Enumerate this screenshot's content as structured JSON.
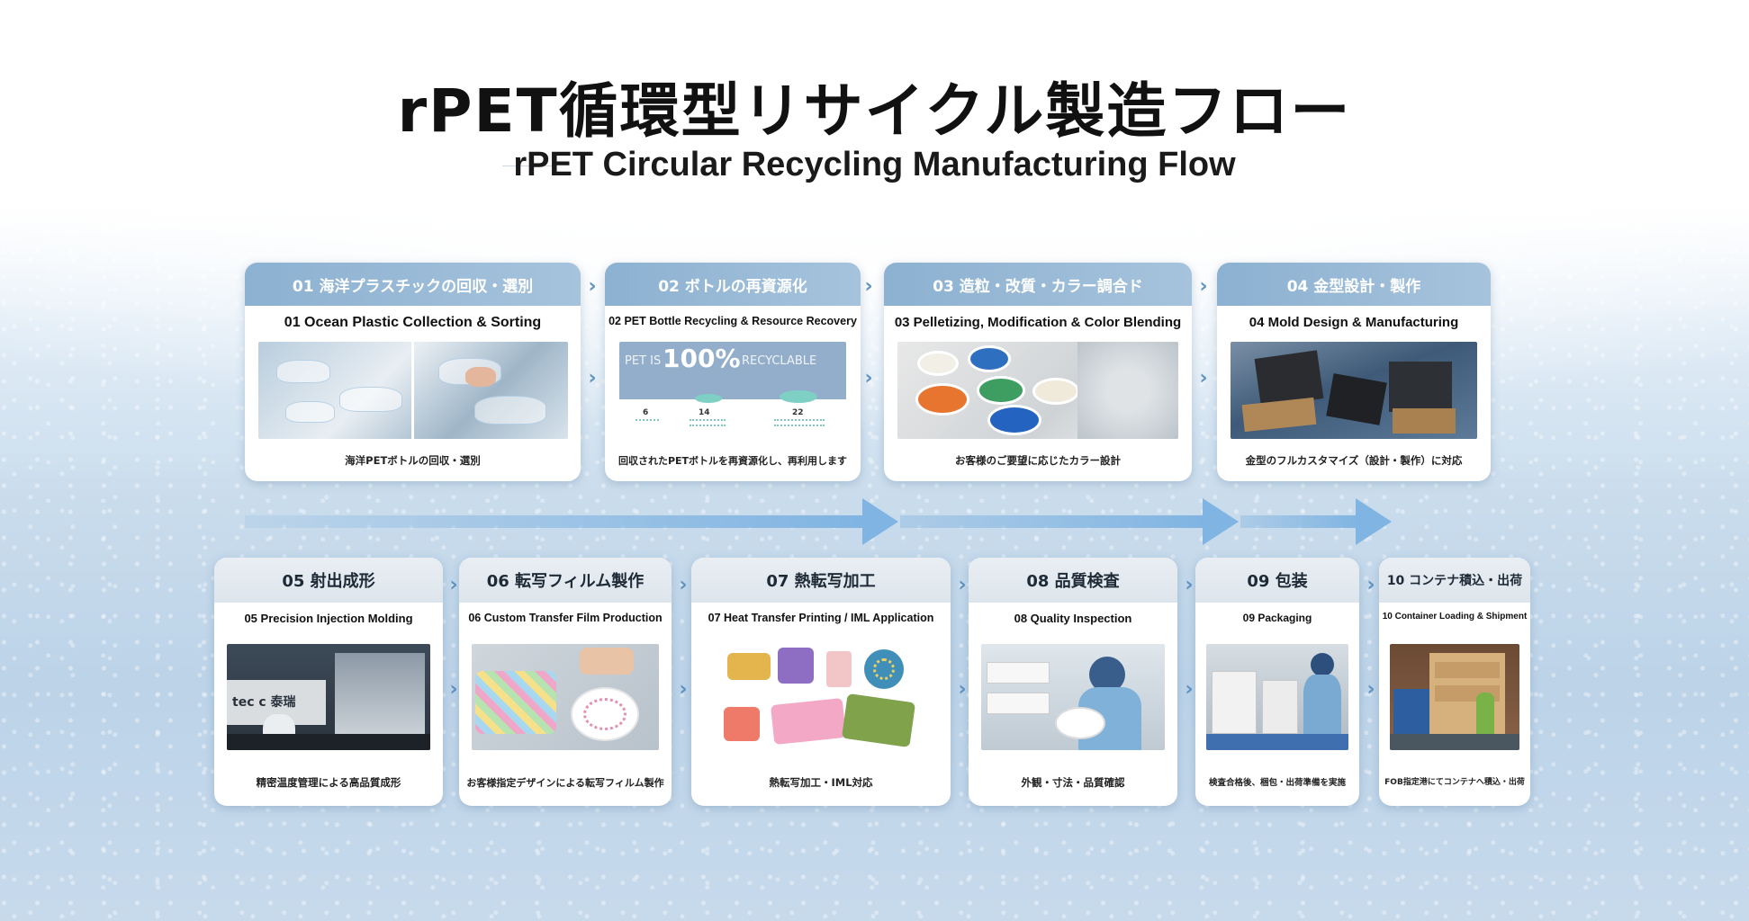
{
  "title": "rPET循環型リサイクル製造フロー",
  "subtitle": "rPET Circular Recycling Manufacturing Flow",
  "colors": {
    "accent_blue": "#80b4e2",
    "header_blue": "#8cb1d1",
    "header_grey": "#e3eaf0",
    "chevron": "#5f93c2"
  },
  "steps": [
    {
      "jp_title": "01 海洋プラスチックの回収・選別",
      "en_title": "01 Ocean Plastic Collection & Sorting",
      "caption": "海洋PETボトルの回収・選別",
      "image": "plastic-bottles-photo"
    },
    {
      "jp_title": "02 ボトルの再資源化",
      "en_title": "02 PET Bottle Recycling & Resource Recovery",
      "caption": "回収されたPETボトルを再資源化し、再利用します",
      "image": "recycling-infographic",
      "infographic": {
        "prefix": "PET IS",
        "percent": "100%",
        "suffix": "RECYCLABLE",
        "counts": [
          "6",
          "14",
          "22"
        ]
      }
    },
    {
      "jp_title": "03 造粒・改質・カラー調合ド",
      "en_title": "03 Pelletizing, Modification & Color Blending",
      "caption": "お客様のご要望に応じたカラー設計",
      "image": "color-pellets-photo"
    },
    {
      "jp_title": "04 金型設計・製作",
      "en_title": "04 Mold Design & Manufacturing",
      "caption": "金型のフルカスタマイズ（設計・製作）に対応",
      "image": "mold-photo"
    },
    {
      "jp_title": "05 射出成形",
      "en_title": "05 Precision Injection Molding",
      "caption": "精密温度管理による高品質成形",
      "image": "injection-machine-photo",
      "machine_text": "tec   c 泰瑞"
    },
    {
      "jp_title": "06 転写フィルム製作",
      "en_title": "06 Custom Transfer Film Production",
      "caption": "お客様指定デザインによる転写フィルム製作",
      "image": "transfer-film-photo"
    },
    {
      "jp_title": "07 熱転写加工",
      "en_title": "07 Heat Transfer Printing / IML Application",
      "caption": "熱転写加工・IML対応",
      "image": "printed-products-photo"
    },
    {
      "jp_title": "08 品質検査",
      "en_title": "08 Quality Inspection",
      "caption": "外観・寸法・品質確認",
      "image": "inspection-photo"
    },
    {
      "jp_title": "09 包装",
      "en_title": "09 Packaging",
      "caption": "検査合格後、梱包・出荷準備を実施",
      "image": "packaging-photo"
    },
    {
      "jp_title": "10 コンテナ積込・出荷",
      "en_title": "10 Container Loading & Shipment",
      "caption": "FOB指定港にてコンテナへ積込・出荷",
      "image": "container-loading-photo"
    }
  ]
}
